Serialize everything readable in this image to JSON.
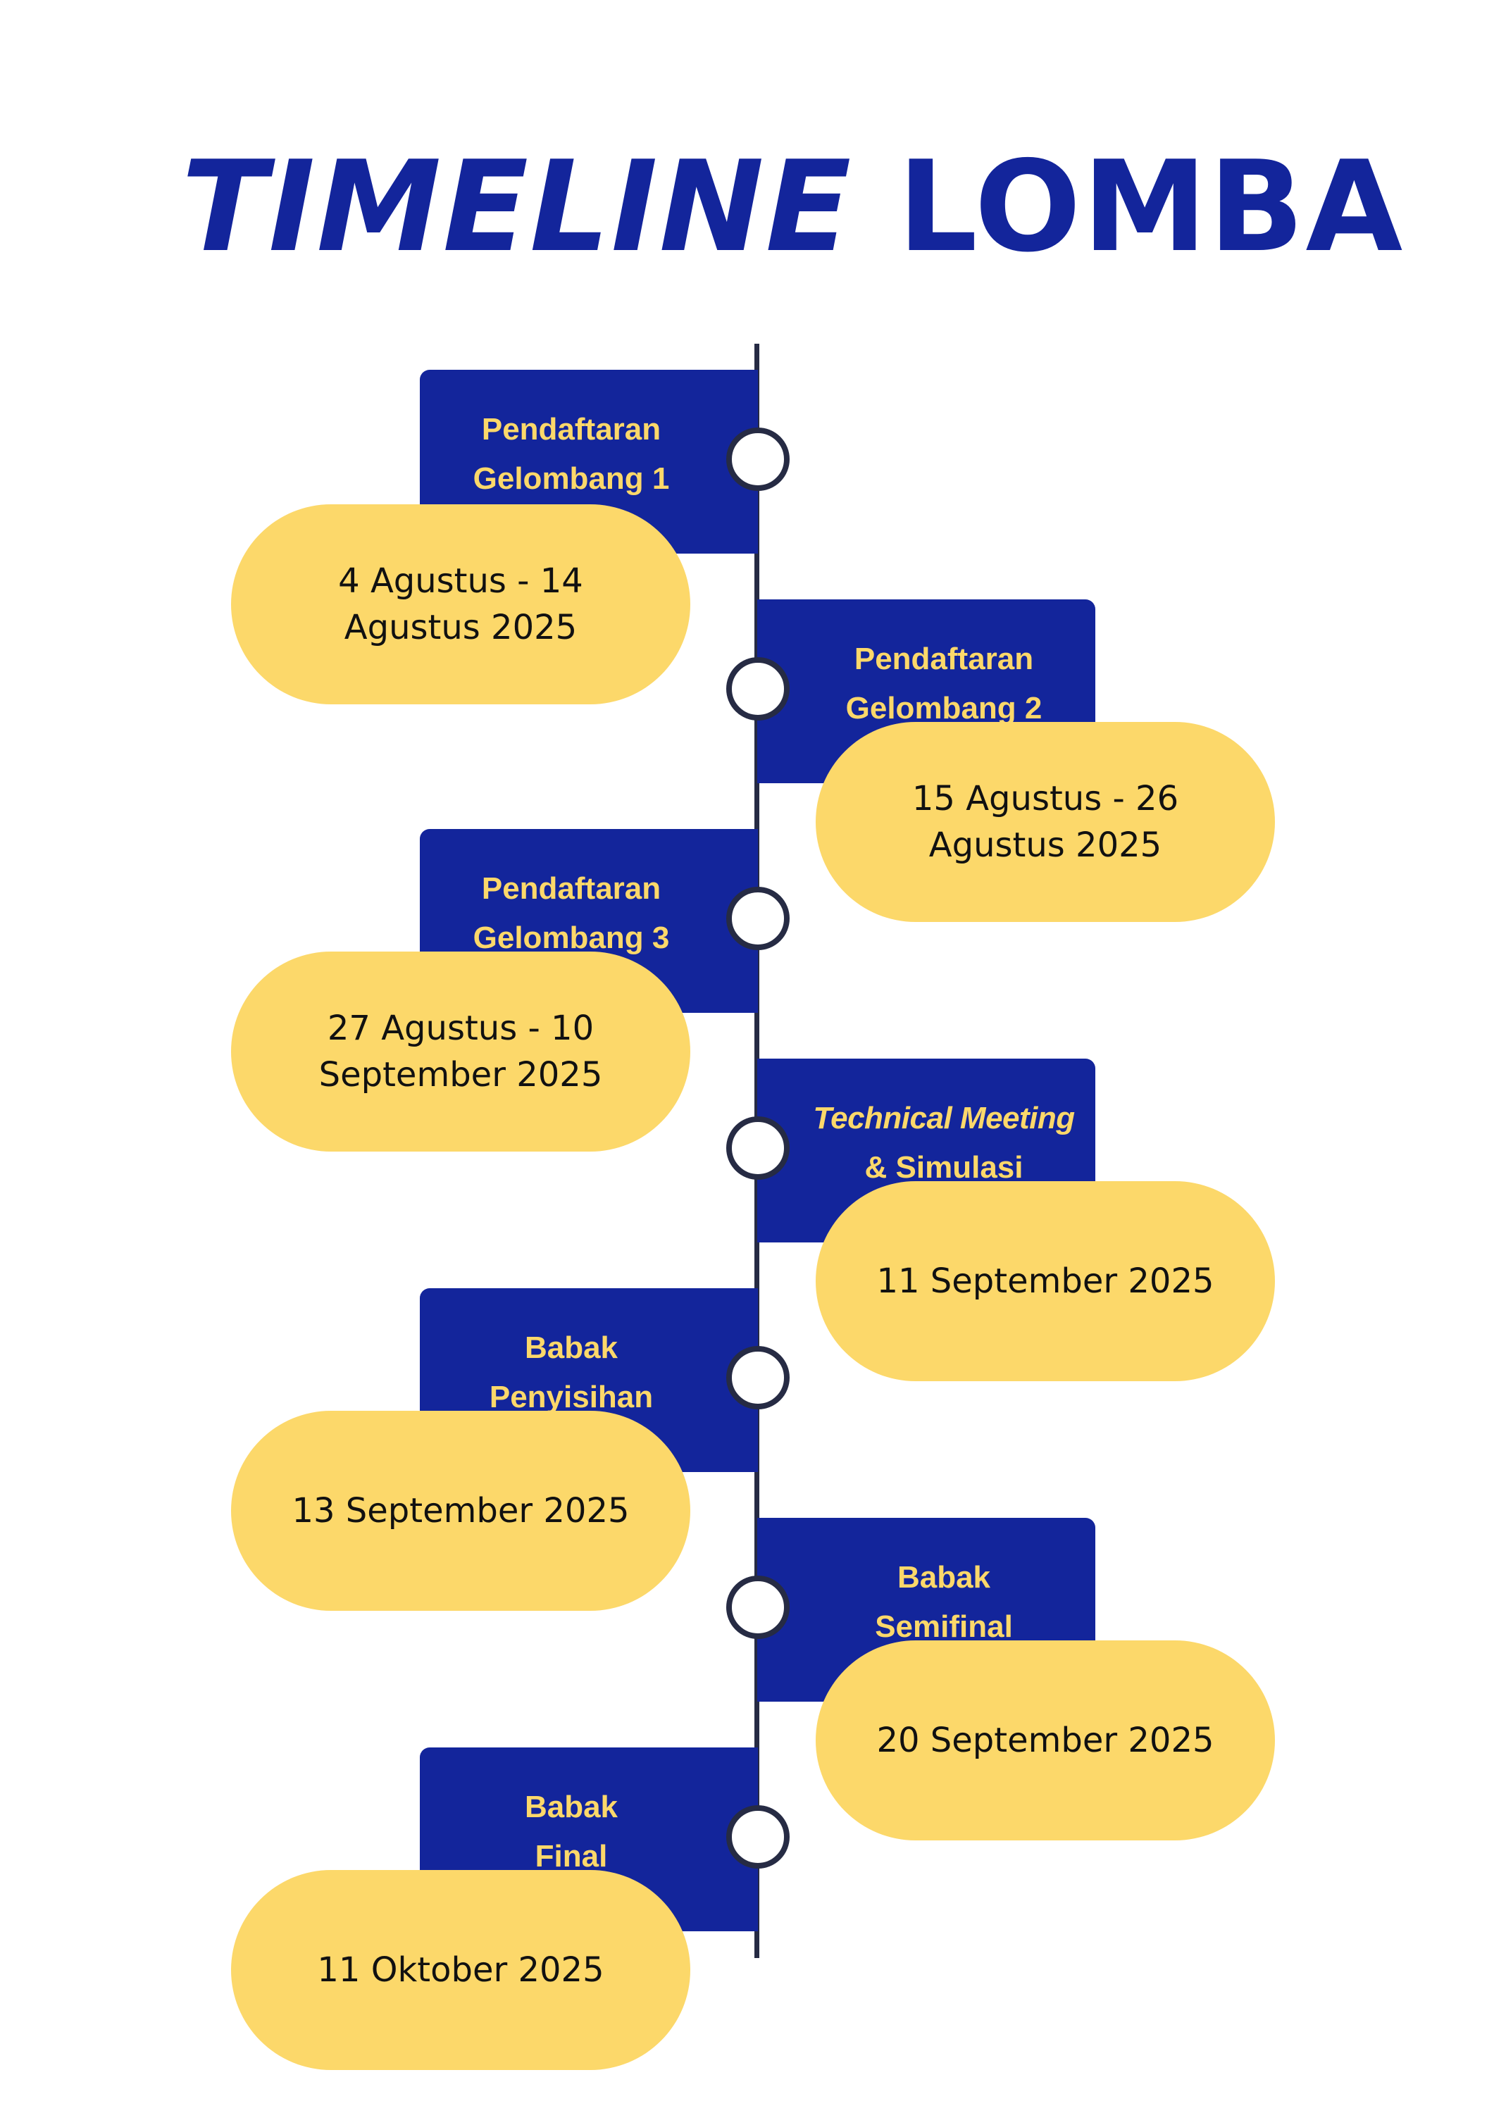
{
  "title": {
    "part1": "TIMELINE",
    "part2": "LOMBA"
  },
  "colors": {
    "primary": "#13259b",
    "accent": "#fcd86a",
    "line": "#262b44"
  },
  "events": [
    {
      "label_line1": "Pendaftaran",
      "label_line2": "Gelombang 1",
      "date": "4 Agustus - 14 Agustus 2025",
      "side": "left"
    },
    {
      "label_line1": "Pendaftaran",
      "label_line2": "Gelombang 2",
      "date": "15 Agustus - 26 Agustus 2025",
      "side": "right"
    },
    {
      "label_line1": "Pendaftaran",
      "label_line2": "Gelombang 3",
      "date": "27 Agustus - 10 September 2025",
      "side": "left"
    },
    {
      "label_line1": "Technical Meeting",
      "label_line2": "& Simulasi",
      "date": "11 September 2025",
      "side": "right",
      "italic": true
    },
    {
      "label_line1": "Babak",
      "label_line2": "Penyisihan",
      "date": "13 September 2025",
      "side": "left"
    },
    {
      "label_line1": "Babak",
      "label_line2": "Semifinal",
      "date": "20 September 2025",
      "side": "right"
    },
    {
      "label_line1": "Babak",
      "label_line2": "Final",
      "date": "11 Oktober 2025",
      "side": "left"
    }
  ]
}
